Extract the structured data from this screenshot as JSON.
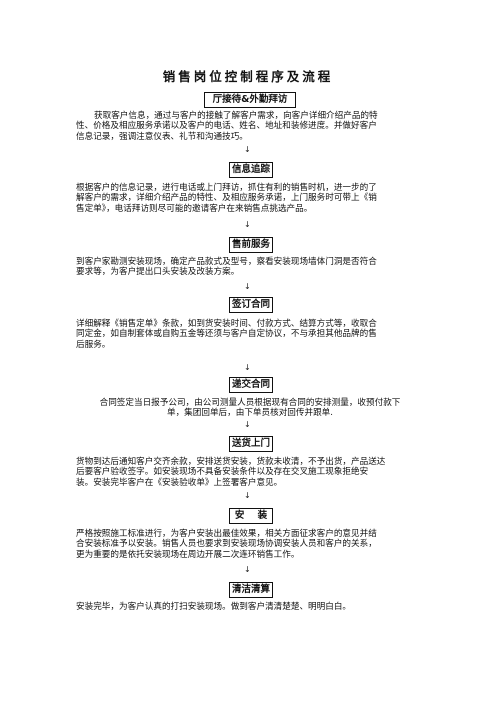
{
  "title": "销售岗位控制程序及流程",
  "arrow_glyph": "↓",
  "steps": [
    {
      "heading": "厅接待&外勤拜访",
      "lines": [
        "获取客户信息，通过与客户的接触了解客户需求，向客户详细介绍产品的特",
        "性、价格及相应服务承诺以及客户的电话、姓名、地址和装修进度。并做好客户",
        "信息记录，强调注意仪表、礼节和沟通技巧。"
      ]
    },
    {
      "heading": "信息追踪",
      "lines": [
        "根据客户的信息记录，进行电话或上门拜访，抓住有利的销售时机，进一步的了",
        "解客户的需求，详细介绍产品的特性、及相应服务承诺，上门服务时可带上《销",
        "售定单》，电话拜访则尽可能的邀请客户在来销售点挑选产品。"
      ]
    },
    {
      "heading": "售前服务",
      "lines": [
        "到客户家勘测安装现场，确定产品款式及型号，察看安装现场墙体门洞是否符合",
        "要求等，为客户提出口头安装及改装方案。"
      ]
    },
    {
      "heading": "签订合同",
      "lines": [
        "详细解释《销售定单》条款，如到货安装时间、付款方式、结算方式等，收取合",
        "同定金，如自制套体或自购五金等还须与客户自定协议，不与承担其他品牌的售",
        "后服务。"
      ]
    },
    {
      "heading": "递交合同",
      "lines": [
        "合同签定当日报予公司，由公司测量人员根据现有合同的安排测量，收预付款下",
        "单，集团回单后，由下单员核对回传并跟单."
      ]
    },
    {
      "heading": "送货上门",
      "lines": [
        "货物到达后通知客户交齐余款，安排送货安装，货款未收清，不予出货，产品送达",
        "后要客户验收签字。如安装现场不具备安装条件以及存在交叉施工现象拒绝安",
        "装。安装完毕客户在《安装验收单》上签署客户意见。"
      ]
    },
    {
      "heading": "安    装",
      "lines": [
        "严格按照施工标准进行，为客户安装出最佳效果，相关方面征求客户的意见并结",
        "合安装标准予以安装。销售人员也要求到安装现场协调安装人员和客户的关系，",
        "更为重要的是依托安装现场在周边开展二次连环销售工作。"
      ]
    },
    {
      "heading": "清洁清算",
      "lines": [
        "安装完毕，为客户认真的打扫安装现场。做到客户清清楚楚、明明白白。"
      ]
    }
  ]
}
